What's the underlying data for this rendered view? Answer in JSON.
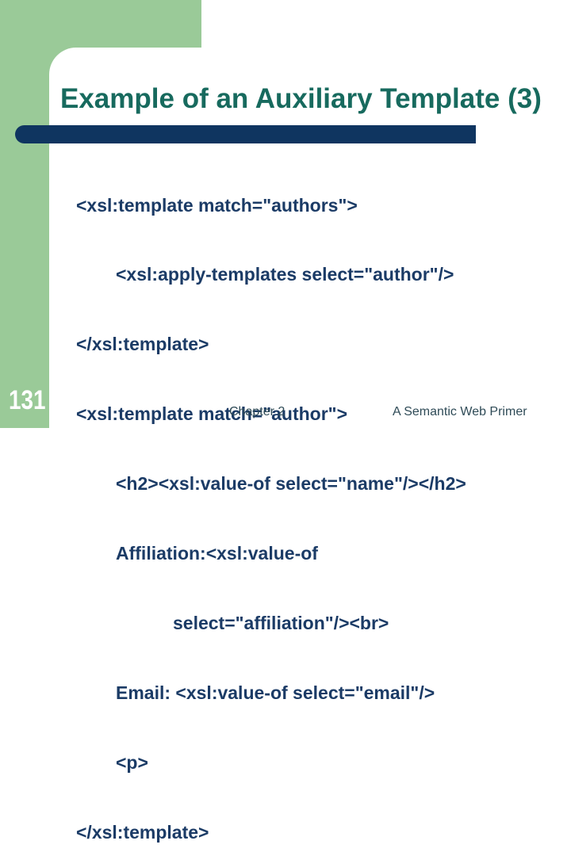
{
  "slide": {
    "title": "Example of an Auxiliary Template (3)",
    "page_number": "131",
    "footer": {
      "chapter": "Chapter 2",
      "book": "A Semantic Web Primer"
    },
    "code": {
      "lines": [
        {
          "text": "<xsl:template match=\"authors\">",
          "indent": 0
        },
        {
          "text": "<xsl:apply-templates select=\"author\"/>",
          "indent": 1
        },
        {
          "text": "</xsl:template>",
          "indent": 0
        },
        {
          "text": "<xsl:template match=\"author\">",
          "indent": 0
        },
        {
          "text": "<h2><xsl:value-of select=\"name\"/></h2>",
          "indent": 1
        },
        {
          "text": "Affiliation:<xsl:value-of",
          "indent": 1
        },
        {
          "text": "select=\"affiliation\"/><br>",
          "indent": 2
        },
        {
          "text": "Email: <xsl:value-of select=\"email\"/>",
          "indent": 1
        },
        {
          "text": "<p>",
          "indent": 1
        },
        {
          "text": "</xsl:template>",
          "indent": 0
        }
      ]
    },
    "colors": {
      "sage_green": "#9ACA98",
      "navy_bar": "#0F3560",
      "code_text": "#1B3B66",
      "title_teal": "#176A5E",
      "footer_text": "#2F4B57",
      "page_number_text": "#FFFFFF"
    }
  }
}
